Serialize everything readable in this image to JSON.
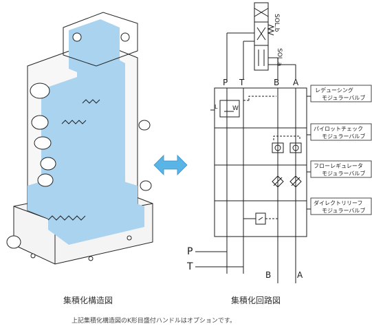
{
  "colors": {
    "flow": "#a9d3ef",
    "line": "#1a1a1a",
    "arrow": "#5ab4e6"
  },
  "circuit": {
    "sol_b": "SOL.b",
    "sol_a": "SOL.a",
    "port_p": "P",
    "port_t": "T",
    "port_b": "B",
    "port_a": "A",
    "pipe_p": "P",
    "pipe_t": "T",
    "bottom_b": "B",
    "bottom_a": "A",
    "modules": [
      {
        "line1": "レデューシング",
        "line2": "モジュラーバルブ"
      },
      {
        "line1": "パイロットチェック",
        "line2": "モジュラーバルブ"
      },
      {
        "line1": "フローレギュレータ",
        "line2": "モジュラーバルブ"
      },
      {
        "line1": "ダイレクトリリーフ",
        "line2": "モジュラーバルブ"
      }
    ],
    "w_label": "W",
    "l_label": "L"
  },
  "captions": {
    "structure": "集積化構造図",
    "circuit": "集積化回路図"
  },
  "footnote": "上記集積化構造図のK形目盛付ハンドルはオプションです。"
}
